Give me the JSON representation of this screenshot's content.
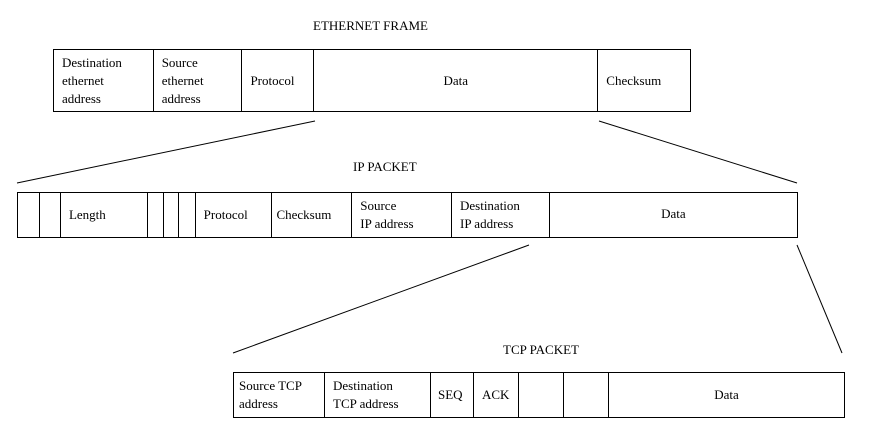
{
  "ethernet": {
    "title": "ETHERNET FRAME",
    "fields": [
      "Destination\nethernet\naddress",
      "Source\nethernet\naddress",
      "Protocol",
      "Data",
      "Checksum"
    ]
  },
  "ip": {
    "title": "IP PACKET",
    "fields": [
      "",
      "",
      "Length",
      "",
      "",
      "",
      "Protocol",
      "Checksum",
      "Source\nIP address",
      "Destination\nIP address",
      "Data"
    ]
  },
  "tcp": {
    "title": "TCP PACKET",
    "fields": [
      "Source TCP\naddress",
      "Destination\nTCP address",
      "SEQ",
      "ACK",
      "",
      "",
      "Data"
    ]
  }
}
